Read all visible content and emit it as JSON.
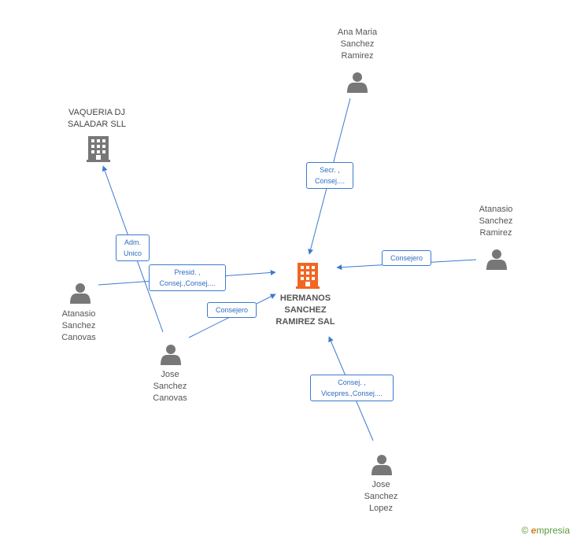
{
  "nodes": {
    "ana": {
      "label": "Ana Maria\nSanchez\nRamirez",
      "type": "person"
    },
    "vaqueria": {
      "label": "VAQUERIA DJ\nSALADAR  SLL",
      "type": "company"
    },
    "atanasio_r": {
      "label": "Atanasio\nSanchez\nRamirez",
      "type": "person"
    },
    "center": {
      "label": "HERMANOS\nSANCHEZ\nRAMIREZ SAL",
      "type": "company-main"
    },
    "atanasio_c": {
      "label": "Atanasio\nSanchez\nCanovas",
      "type": "person"
    },
    "jose_c": {
      "label": "Jose\nSanchez\nCanovas",
      "type": "person"
    },
    "jose_l": {
      "label": "Jose\nSanchez\nLopez",
      "type": "person"
    }
  },
  "edges": {
    "ana_center": "Secr. ,\nConsej....",
    "atanasio_r_center": "Consejero",
    "jose_c_vaqueria": "Adm.\nUnico",
    "atanasio_c_center": "Presid. ,\nConsej.,Consej....",
    "jose_c_center": "Consejero",
    "jose_l_center": "Consej. ,\nVicepres.,Consej...."
  },
  "colors": {
    "edge": "#3c7ad0",
    "icon": "#777777",
    "center_icon": "#f26522"
  },
  "brand": {
    "symbol": "©",
    "name_first": "e",
    "name_rest": "mpresia"
  }
}
